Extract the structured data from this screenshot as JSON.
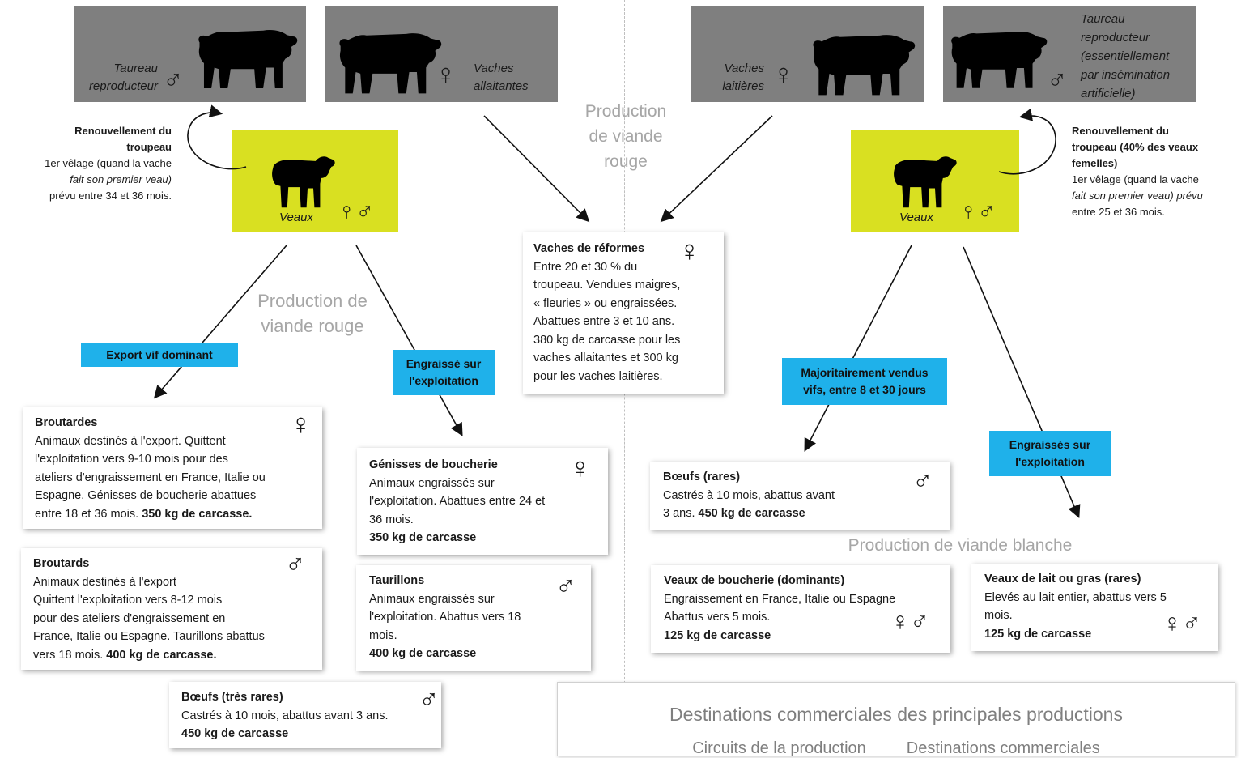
{
  "top_boxes": [
    {
      "label1": "Taureau",
      "label2": "reproducteur"
    },
    {
      "label1": "Vaches",
      "label2": "allaitantes"
    },
    {
      "label1": "Vaches",
      "label2": "laitières"
    },
    {
      "label1": "Taureau",
      "label2": "reproducteur",
      "label3": "(essentiellement",
      "label4": "par insémination",
      "label5": "artificielle)"
    }
  ],
  "veaux_left": "Veaux",
  "veaux_right": "Veaux",
  "center_title": [
    "Production",
    "de viande",
    "rouge"
  ],
  "left_prod_title": [
    "Production de",
    "viande rouge"
  ],
  "blanche_title": "Production de viande blanche",
  "renew_left": {
    "bold": [
      "Renouvellement du",
      "troupeau"
    ],
    "l1": "1er vêlage (quand la vache",
    "l2": "fait son premier veau)",
    "l3": "prévu entre 34 et 36 mois."
  },
  "renew_right": {
    "bold": [
      "Renouvellement du",
      "troupeau (40% des veaux",
      "femelles)"
    ],
    "l1": "1er vêlage (quand la vache",
    "l2": "fait son premier veau) prévu",
    "l3": "entre 25 et 36 mois."
  },
  "tags": {
    "export": "Export vif dominant",
    "engraisse1": "Engraissé sur",
    "engraisse2": "l'exploitation",
    "majo1": "Majoritairement vendus",
    "majo2": "vifs, entre 8 et 30 jours",
    "engraisses1": "Engraissés sur",
    "engraisses2": "l'exploitation"
  },
  "reformes": {
    "title": "Vaches de réformes",
    "lines": [
      "Entre 20 et 30 % du",
      "troupeau. Vendues maigres,",
      "« fleuries » ou engraissées.",
      "Abattues entre 3 et 10 ans.",
      "380 kg de carcasse pour les",
      "vaches allaitantes et 300 kg",
      "pour les vaches laitières."
    ]
  },
  "broutardes": {
    "title": "Broutardes",
    "lines": [
      "Animaux destinés à l'export. Quittent",
      "l'exploitation  vers 9-10 mois pour des",
      "ateliers d'engraissement en France, Italie ou",
      "Espagne. Génisses de boucherie abattues"
    ],
    "last": "entre  18 et 36 mois.",
    "bold": "350 kg de carcasse."
  },
  "broutards": {
    "title": "Broutards",
    "lines": [
      "Animaux destinés à l'export",
      "Quittent l'exploitation  vers 8-12 mois",
      "pour des ateliers d'engraissement en",
      "France, Italie ou Espagne. Taurillons abattus"
    ],
    "last": "vers 18 mois.",
    "bold": "400 kg de carcasse."
  },
  "genisses": {
    "title": "Génisses de boucherie",
    "lines": [
      "Animaux engraissés sur",
      "l'exploitation.  Abattues entre 24 et",
      "36 mois."
    ],
    "bold": "350 kg de carcasse"
  },
  "taurillons": {
    "title": "Taurillons",
    "lines": [
      "Animaux engraissés sur",
      "l'exploitation.  Abattus vers 18",
      "mois."
    ],
    "bold": "400 kg de carcasse"
  },
  "boeufs_tr": {
    "title": "Bœufs (très rares)",
    "line": "Castrés à 10 mois, abattus avant 3 ans.",
    "bold": "450 kg de carcasse"
  },
  "boeufs_r": {
    "title": "Bœufs (rares)",
    "line": "Castrés à 10 mois, abattus avant",
    "last": "3 ans.",
    "bold": "450 kg de carcasse"
  },
  "veaux_bouch": {
    "title": "Veaux de boucherie (dominants)",
    "lines": [
      "Engraissement en France, Italie ou Espagne",
      "Abattus vers 5 mois."
    ],
    "bold": "125 kg de carcasse"
  },
  "veaux_lait": {
    "title": "Veaux de lait ou gras (rares)",
    "lines": [
      "Elevés au lait entier,  abattus vers 5",
      "mois."
    ],
    "bold": "125 kg de carcasse"
  },
  "destinations": {
    "title": "Destinations commerciales des principales productions",
    "sub": "Circuits de la production         Destinations commerciales"
  },
  "colors": {
    "grey": "#7f7f7f",
    "yellow": "#d9e021",
    "blue": "#1fb1ea"
  }
}
